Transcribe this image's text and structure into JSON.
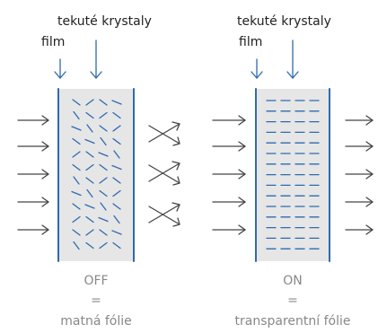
{
  "left_panel": {
    "label_crystals": "tekuté krystaly",
    "label_film": "film",
    "state": "OFF",
    "equals": "=",
    "result": "matná fólie"
  },
  "right_panel": {
    "label_crystals": "tekuté krystaly",
    "label_film": "film",
    "state": "ON",
    "equals": "=",
    "result": "transparentní fólie"
  },
  "colors": {
    "cell_fill": "#e6e6e6",
    "cell_border": "#2e6ab0",
    "molecule": "#2e6ab0",
    "arrow": "#444444",
    "caption": "#888888"
  },
  "icons": {
    "incoming_light": "arrow-right-icon",
    "scattered_light": "scatter-arrows-icon",
    "pointer": "arrow-down-icon"
  }
}
